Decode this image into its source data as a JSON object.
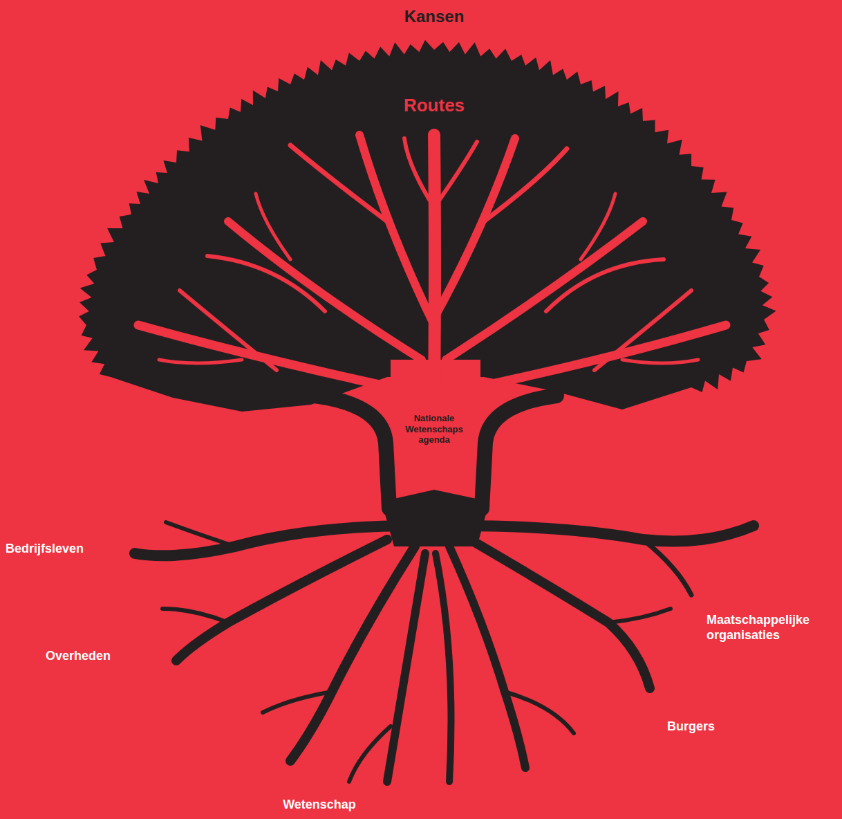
{
  "diagram": {
    "labels": [
      "Kansen",
      "Routes",
      "Nationale Wetenschaps agenda",
      "Bedrijfsleven",
      "Overheden",
      "Maatschappelijke organisaties",
      "Burgers",
      "Wetenschap"
    ]
  }
}
